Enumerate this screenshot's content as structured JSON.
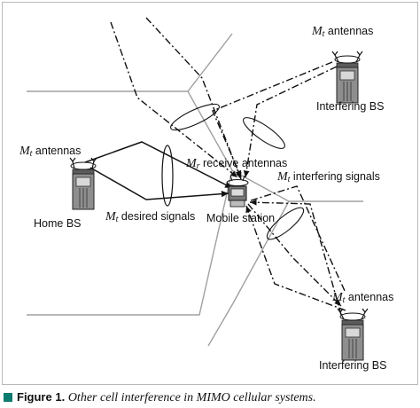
{
  "labels": {
    "mt_top_sym": "M",
    "mt_top_sub": "t",
    "mt_top_text": " antennas",
    "interfering_bs_top": "Interfering BS",
    "mt_left_sym": "M",
    "mt_left_sub": "t",
    "mt_left_text": " antennas",
    "home_bs": "Home BS",
    "mr_sym": "M",
    "mr_sub": "r",
    "mr_text": " receive antennas",
    "mt_int_sym": "M",
    "mt_int_sub": "t",
    "mt_int_text": " interfering signals",
    "mt_des_sym": "M",
    "mt_des_sub": "t",
    "mt_des_text": " desired signals",
    "mobile_station": "Mobile station",
    "mt_bottom_sym": "M",
    "mt_bottom_sub": "t",
    "mt_bottom_text": " antennas",
    "interfering_bs_bottom": "Interfering BS"
  },
  "caption": {
    "figure": "Figure 1.",
    "text": "Other cell interference in MIMO cellular systems."
  },
  "colors": {
    "cell_border": "#a0a0a0",
    "signal_line": "#111111",
    "caption_square": "#0c7a6e"
  }
}
